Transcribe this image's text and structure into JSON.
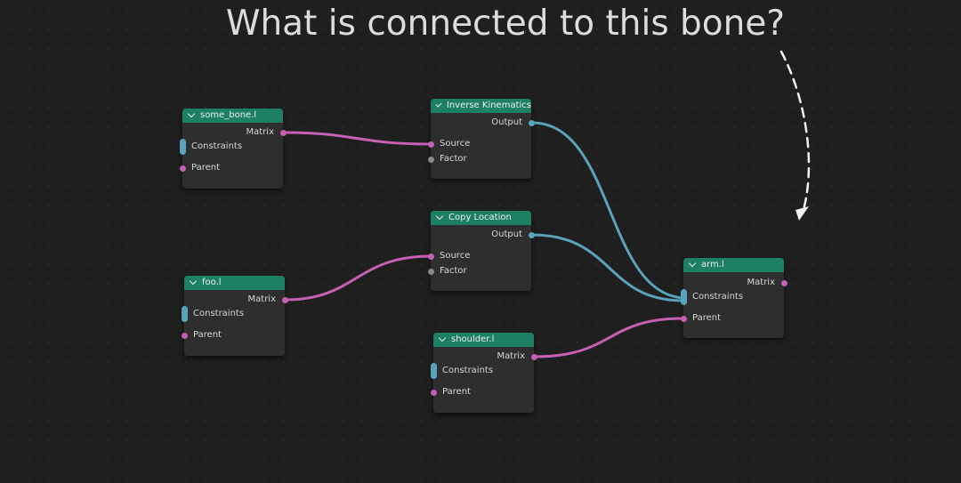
{
  "headline": "What is connected to this bone?",
  "colors": {
    "canvas": "#1f1f1f",
    "node_body": "#2e2e2e",
    "node_header": "#1d7f63",
    "wire_matrix": "#c560b4",
    "wire_constraint": "#5aa3bd",
    "socket_factor": "#8a8a8a",
    "annotation_arrow": "#f2f2f2"
  },
  "nodes": {
    "some_bone": {
      "title": "some_bone.l",
      "matrix": "Matrix",
      "constraints": "Constraints",
      "parent": "Parent"
    },
    "foo": {
      "title": "foo.l",
      "matrix": "Matrix",
      "constraints": "Constraints",
      "parent": "Parent"
    },
    "inverse_kinematics": {
      "title": "Inverse Kinematics",
      "output": "Output",
      "source": "Source",
      "factor": "Factor"
    },
    "copy_location": {
      "title": "Copy Location",
      "output": "Output",
      "source": "Source",
      "factor": "Factor"
    },
    "shoulder": {
      "title": "shoulder.l",
      "matrix": "Matrix",
      "constraints": "Constraints",
      "parent": "Parent"
    },
    "arm": {
      "title": "arm.l",
      "matrix": "Matrix",
      "constraints": "Constraints",
      "parent": "Parent"
    }
  },
  "links": [
    {
      "from": "some_bone.l Matrix",
      "to": "Inverse Kinematics Source"
    },
    {
      "from": "foo.l Matrix",
      "to": "Copy Location Source"
    },
    {
      "from": "Inverse Kinematics Output",
      "to": "arm.l Constraints"
    },
    {
      "from": "Copy Location Output",
      "to": "arm.l Constraints"
    },
    {
      "from": "shoulder.l Matrix",
      "to": "arm.l Parent"
    }
  ]
}
